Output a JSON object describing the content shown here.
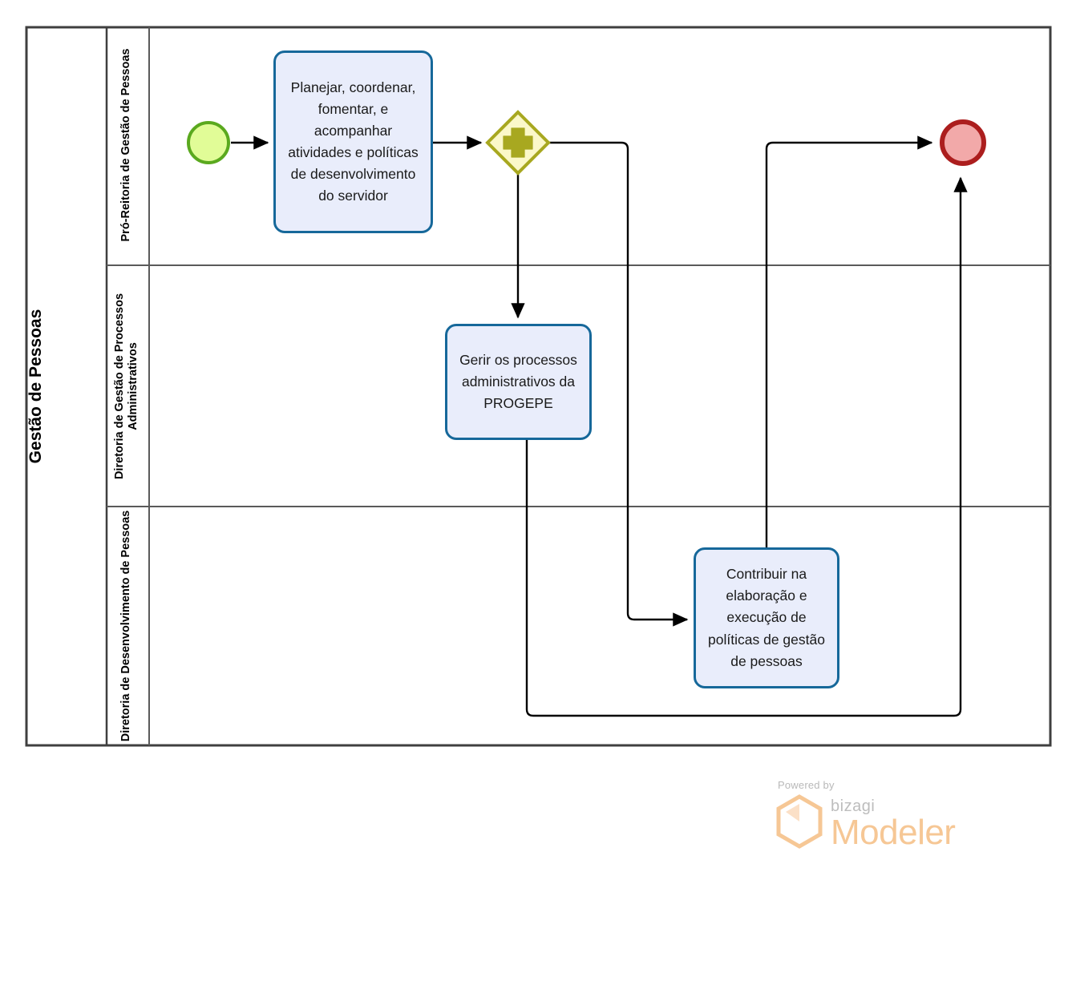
{
  "diagram": {
    "type": "bpmn-pool-lanes",
    "pool": {
      "title": "Gestão de Pessoas",
      "lanes": [
        {
          "id": "lane-pro-reitoria",
          "label": "Pró-Reitoria de Gestão de Pessoas"
        },
        {
          "id": "lane-gestao-processos",
          "label": "Diretoria de Gestão de Processos Administrativos"
        },
        {
          "id": "lane-desenvolvimento",
          "label": "Diretoria de Desenvolvimento de Pessoas"
        }
      ]
    },
    "nodes": {
      "start_event": {
        "name": "start-event",
        "label": ""
      },
      "task_1": {
        "label": "Planejar, coordenar, fomentar, e acompanhar atividades e políticas de desenvolvimento do servidor"
      },
      "gateway_1": {
        "name": "parallel-gateway",
        "symbol": "+"
      },
      "task_2": {
        "label": "Gerir os processos administrativos da PROGEPE"
      },
      "task_3": {
        "label": "Contribuir na elaboração e execução de políticas de gestão de pessoas"
      },
      "end_event": {
        "name": "end-event",
        "label": ""
      }
    },
    "colors": {
      "task_fill": "#e9edfb",
      "task_stroke": "#16689a",
      "start_fill": "#e1fc97",
      "start_stroke": "#5aa91e",
      "end_fill": "#f2a9a9",
      "end_stroke": "#ac1e1e",
      "gateway_fill": "#fbf8c9",
      "gateway_stroke": "#a8a820",
      "gateway_symbol": "#a8a820",
      "pool_stroke": "#3f3f3f",
      "connector": "#000000"
    }
  },
  "watermark": {
    "powered_by": "Powered by",
    "brand": "bizagi",
    "product": "Modeler",
    "logo": "bizagi-hexagon-logo",
    "brand_color": "#f6c795"
  }
}
